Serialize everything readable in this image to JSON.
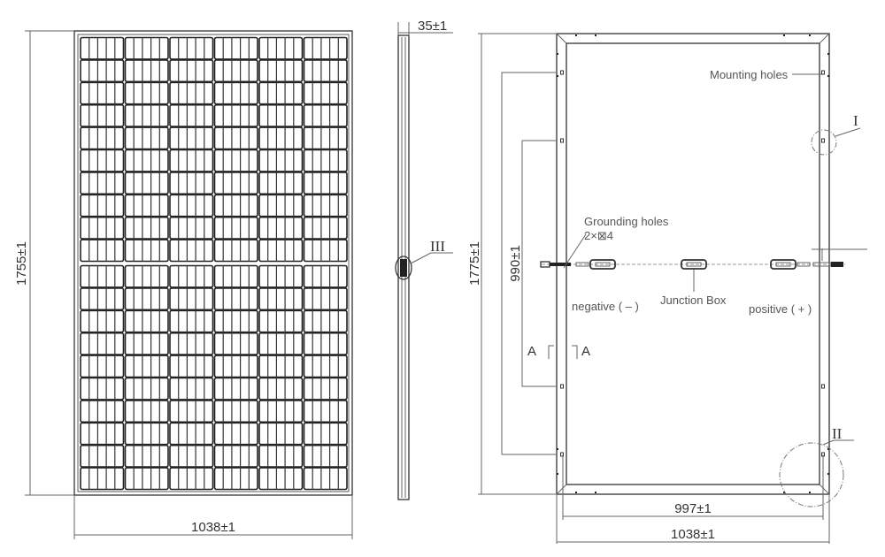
{
  "front_view": {
    "height_dim": "1755±1",
    "width_dim": "1038±1",
    "cell_columns": 6,
    "cell_rows_per_half": 10
  },
  "side_view": {
    "thickness_dim": "35±1",
    "detail_label": "III"
  },
  "back_view": {
    "height_dim": "1775±1",
    "hole_spacing_dim": "990±1",
    "inner_width_dim": "997±1",
    "width_dim": "1038±1",
    "mounting_holes_label": "Mounting holes",
    "grounding_holes_label": "Grounding holes",
    "grounding_holes_spec": "2×⊠4",
    "negative_label": "negative ( – )",
    "junction_box_label": "Junction Box",
    "positive_label": "positive ( + )",
    "section_left": "A",
    "section_right": "A",
    "detail_1": "I",
    "detail_2": "II"
  }
}
